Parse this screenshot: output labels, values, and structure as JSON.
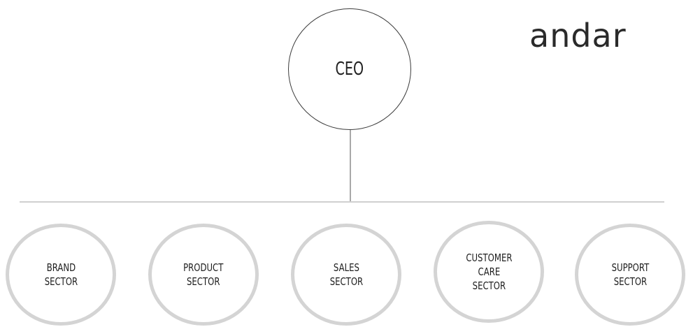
{
  "logo": {
    "text": "andar"
  },
  "ceo": {
    "label": "CEO"
  },
  "sectors": [
    {
      "label": "BRAND\nSECTOR"
    },
    {
      "label": "PRODUCT\nSECTOR"
    },
    {
      "label": "SALES\nSECTOR"
    },
    {
      "label": "CUSTOMER\nCARE\nSECTOR"
    },
    {
      "label": "SUPPORT\nSECTOR"
    }
  ]
}
